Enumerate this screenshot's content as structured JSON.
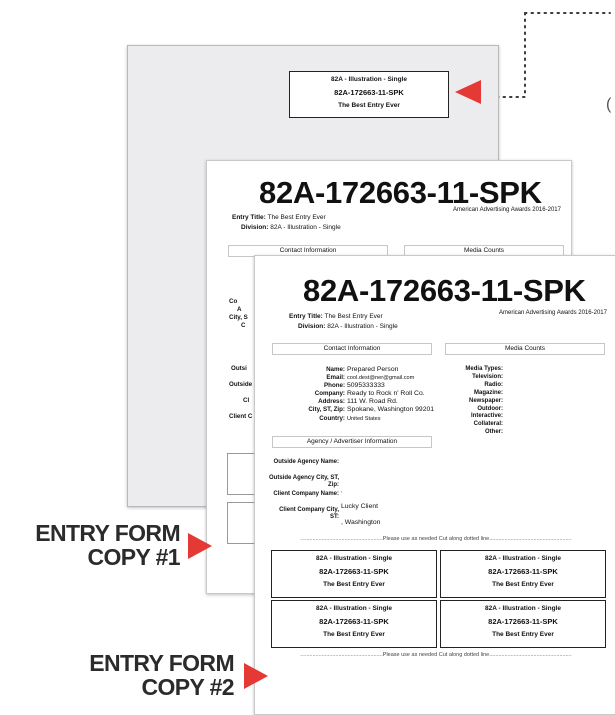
{
  "entry": {
    "number": "82A-172663-11-SPK",
    "title_label": "Entry Title:",
    "title": "The Best Entry Ever",
    "division_label": "Division:",
    "division": "82A - Illustration - Single",
    "awards": "American Advertising Awards 2016-2017"
  },
  "sections": {
    "contact": "Contact Information",
    "media": "Media Counts",
    "agency": "Agency / Advertiser Information"
  },
  "contact": {
    "name_label": "Name:",
    "name": "Prepared Person",
    "email_label": "Email:",
    "email": "cool.dest@ner@gmail.com",
    "phone_label": "Phone:",
    "phone": "5095333333",
    "company_label": "Company:",
    "company": "Ready to Rock n' Roll Co.",
    "address_label": "Address:",
    "address": "111 W. Road Rd.",
    "city_label": "City, ST, Zip:",
    "city": "Spokane, Washington 99201",
    "country_label": "Country:",
    "country": "United States"
  },
  "media": {
    "types": "Media Types:",
    "television": "Television:",
    "radio": "Radio:",
    "magazine": "Magazine:",
    "newspaper": "Newspaper:",
    "outdoor": "Outdoor:",
    "interactive": "Interactive:",
    "collateral": "Collateral:",
    "other": "Other:"
  },
  "agency": {
    "outside_name_label": "Outside Agency Name:",
    "outside_city_label": "Outside Agency City, ST, Zip:",
    "outside_city": ",",
    "client_name_label": "Client Company Name:",
    "client_name": "Lucky Client",
    "client_city_label": "Client Company City, ST:",
    "client_city": ", Washington"
  },
  "cut_text": "Please use as needed Cut along dotted line",
  "callouts": {
    "copy1_line1": "ENTRY FORM",
    "copy1_line2": "COPY #1",
    "copy2_line1": "ENTRY FORM",
    "copy2_line2": "COPY #2"
  },
  "back_partial_labels": {
    "co": "Co",
    "a": "A",
    "city": "City, S",
    "c": "C",
    "outsi": "Outsi",
    "outside": "Outside",
    "ch": "Cl",
    "client": "Client C"
  },
  "colors": {
    "arrow": "#e53935",
    "callout_text": "#2b2b2b",
    "dots": "#3a3a3a"
  }
}
